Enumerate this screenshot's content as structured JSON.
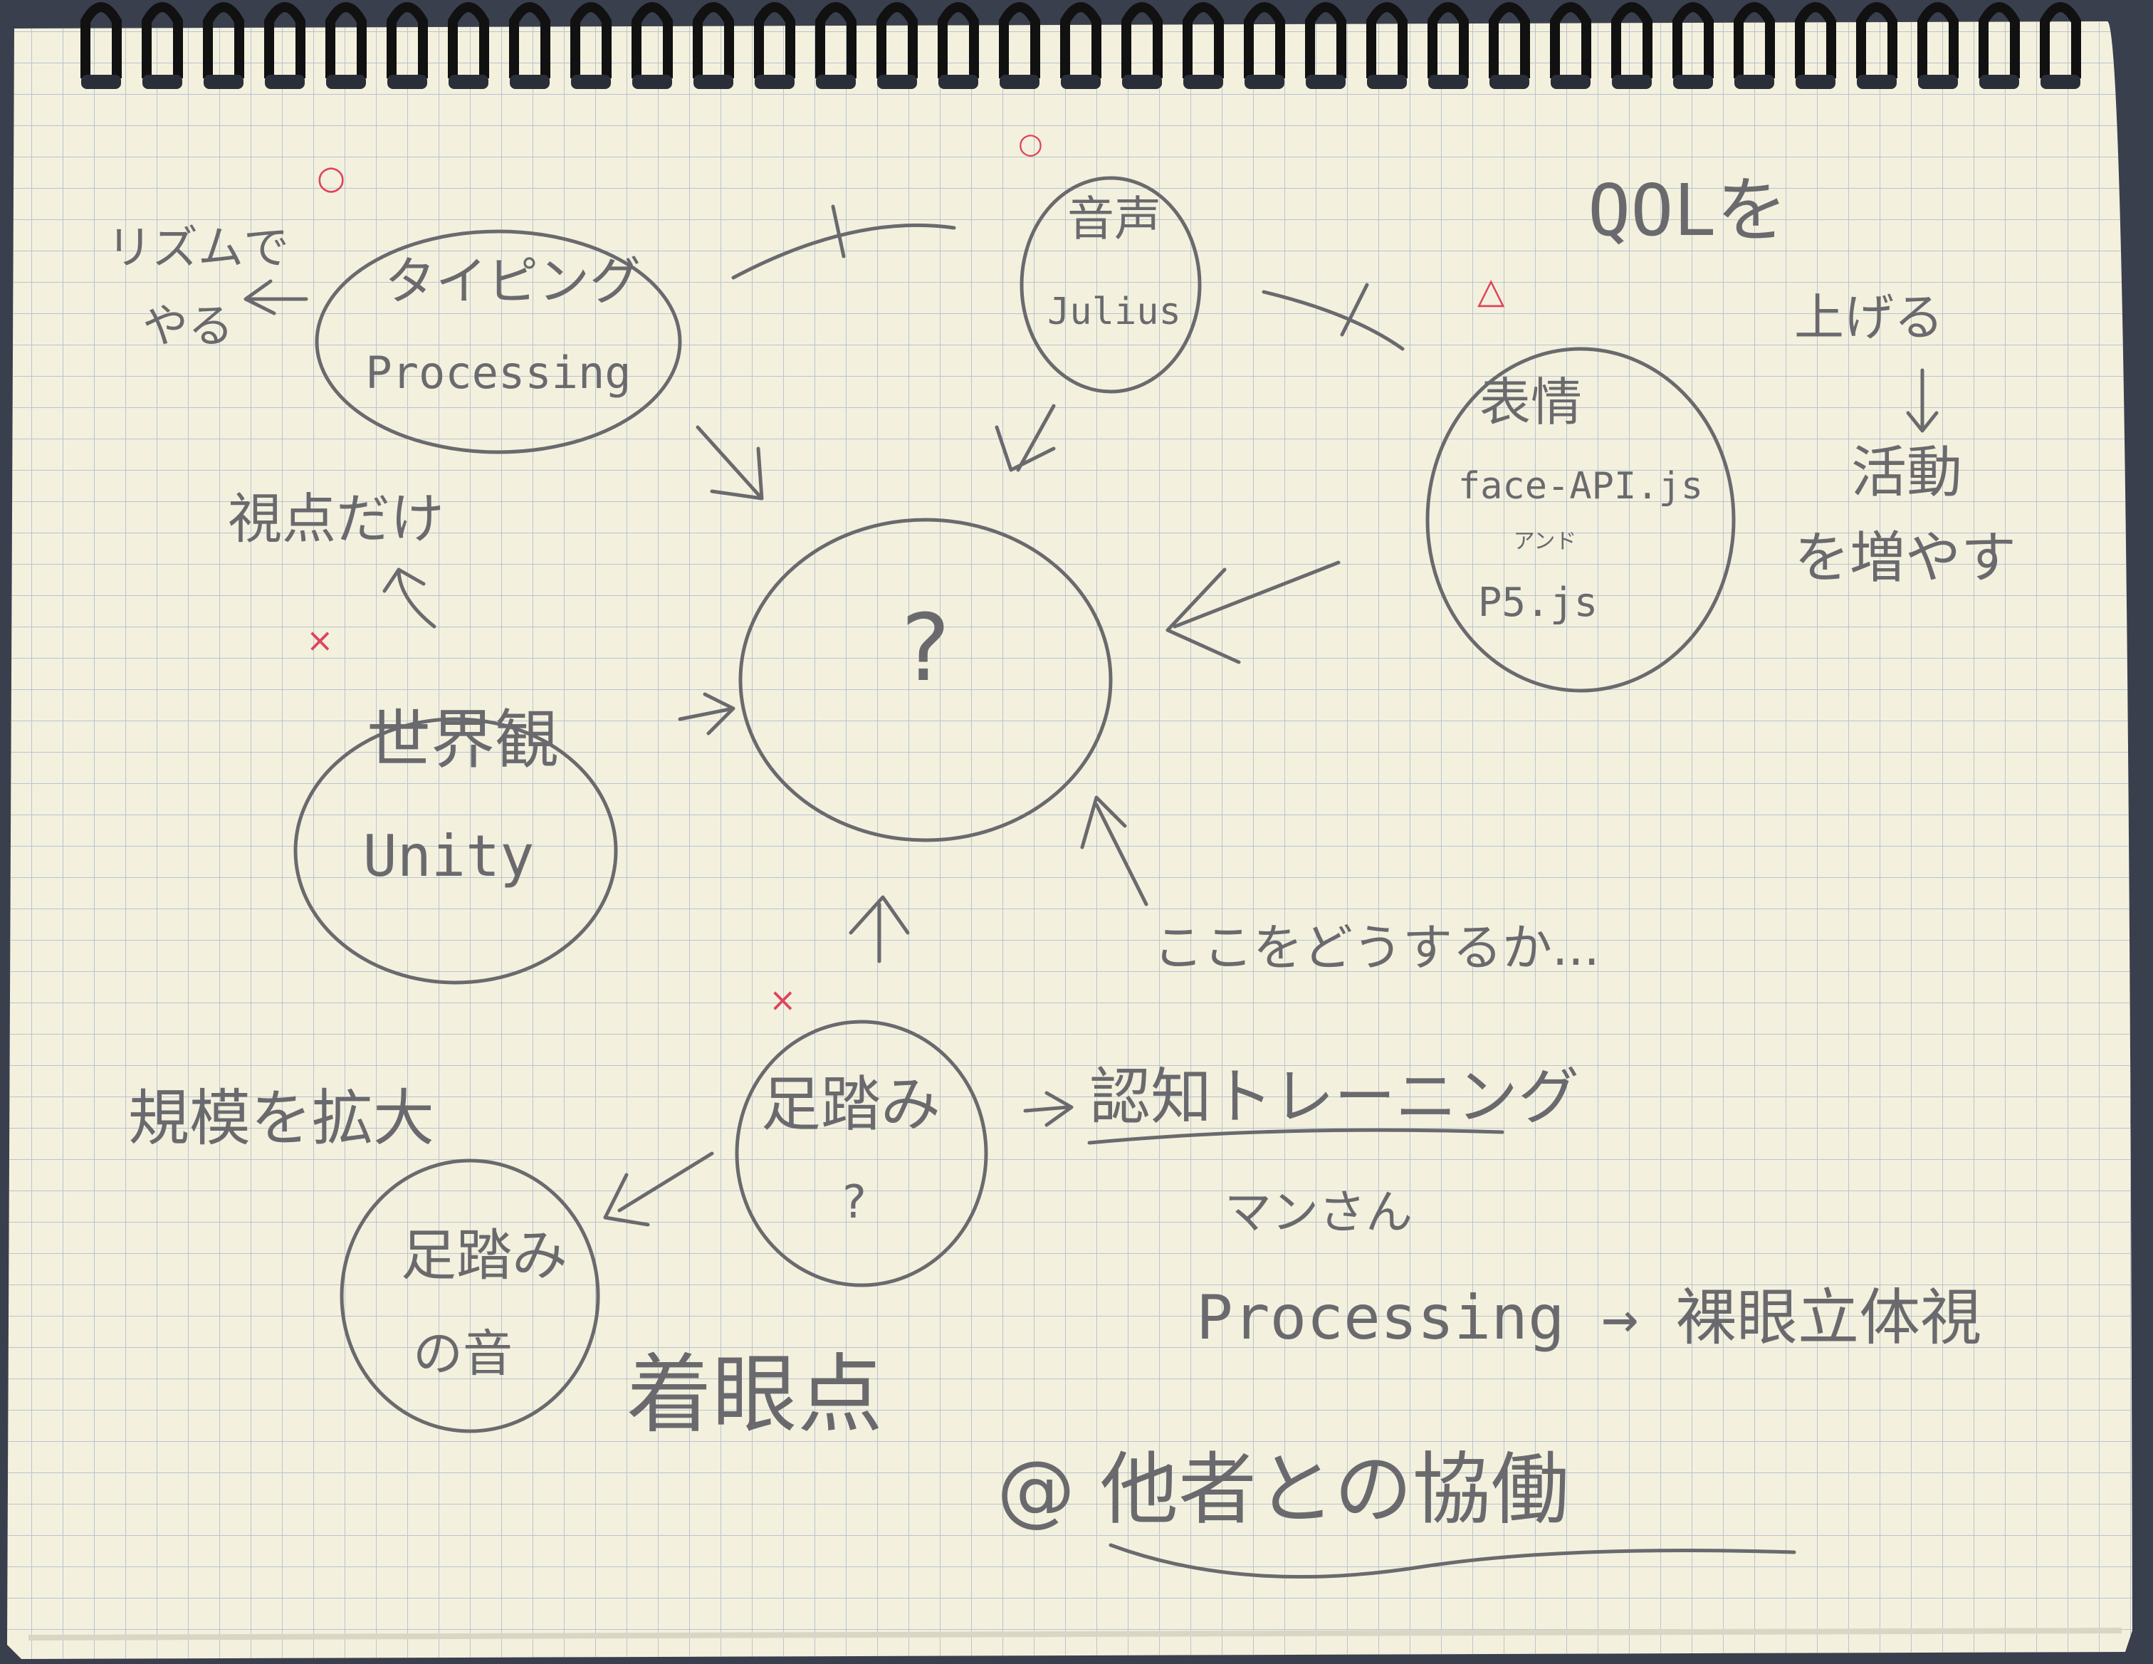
{
  "notebook": {
    "paper_color": "#f3f1de",
    "grid_color": "#b9c3cf",
    "ink_color": "#6a6a6e",
    "mark_color": "#e0445a",
    "binding": "spiral-binding-icon"
  },
  "nodes": {
    "center": {
      "label": "?"
    },
    "typing": {
      "label": "タイピング",
      "tool": "Processing",
      "mark": "○"
    },
    "voice": {
      "label": "音声",
      "tool": "Julius",
      "mark": "○"
    },
    "expression": {
      "label": "表情",
      "tool": "face-API.js",
      "connector": "アンド",
      "tool2": "P5.js",
      "mark": "△"
    },
    "worldview": {
      "label": "世界観",
      "tool": "Unity",
      "mark": "×"
    },
    "stepping": {
      "label": "足踏み",
      "sub": "?",
      "mark": "×"
    },
    "stepping_sound": {
      "label": "足踏み",
      "sub": "の音"
    }
  },
  "notes": {
    "rhythm_line1": "リズムで",
    "rhythm_line2": "やる",
    "viewpoint_only": "視点だけ",
    "qol_line1": "QOLを",
    "qol_line2": "上げる",
    "activity_line1": "活動",
    "activity_line2": "を増やす",
    "how_here": "ここをどうするか...",
    "scale_up": "規模を拡大",
    "cognitive_training": "認知トレーニング",
    "person": "マンさん",
    "processing_stereo": "Processing → 裸眼立体視",
    "focus_point": "着眼点",
    "collaboration": "@ 他者との協働"
  }
}
